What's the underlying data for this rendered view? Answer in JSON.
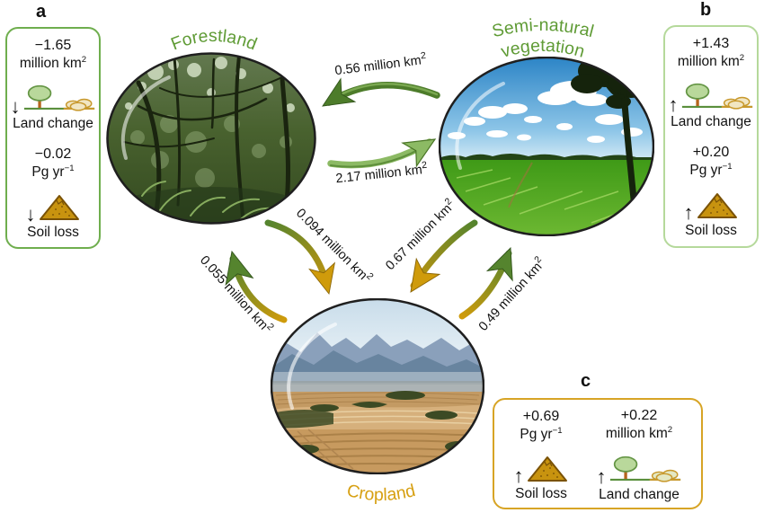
{
  "figure": {
    "nodes": {
      "forestland": {
        "title": "Forestland"
      },
      "semi_natural": {
        "title_line1": "Semi-natural",
        "title_line2": "vegetation"
      },
      "cropland": {
        "title": "Cropland"
      }
    },
    "flows": [
      {
        "from": "semi-natural-vegetation",
        "to": "forestland",
        "text": "0.56 million km",
        "sup": "2"
      },
      {
        "from": "forestland",
        "to": "semi-natural-vegetation",
        "text": "2.17 million km",
        "sup": "2"
      },
      {
        "from": "forestland",
        "to": "cropland",
        "text": "0.094 million km",
        "sup": "2"
      },
      {
        "from": "cropland",
        "to": "forestland",
        "text": "0.055 million km",
        "sup": "2"
      },
      {
        "from": "semi-natural-vegetation",
        "to": "cropland",
        "text": "0.67 million km",
        "sup": "2"
      },
      {
        "from": "cropland",
        "to": "semi-natural-vegetation",
        "text": "0.49 million km",
        "sup": "2"
      }
    ],
    "panels": {
      "a": {
        "letter": "a",
        "land_change": {
          "value": "−1.65",
          "unit": "million km",
          "unit_sup": "2",
          "direction": "↓",
          "label": "Land change"
        },
        "soil_loss": {
          "value": "−0.02",
          "unit": "Pg yr",
          "unit_sup": "−1",
          "direction": "↓",
          "label": "Soil loss"
        }
      },
      "b": {
        "letter": "b",
        "land_change": {
          "value": "+1.43",
          "unit": "million km",
          "unit_sup": "2",
          "direction": "↑",
          "label": "Land change"
        },
        "soil_loss": {
          "value": "+0.20",
          "unit": "Pg yr",
          "unit_sup": "−1",
          "direction": "↑",
          "label": "Soil loss"
        }
      },
      "c": {
        "letter": "c",
        "soil_loss": {
          "value": "+0.69",
          "unit": "Pg yr",
          "unit_sup": "−1",
          "direction": "↑",
          "label": "Soil loss"
        },
        "land_change": {
          "value": "+0.22",
          "unit": "million km",
          "unit_sup": "2",
          "direction": "↑",
          "label": "Land change"
        }
      }
    },
    "colors": {
      "title_green": "#5f9b35",
      "title_gold": "#d7a013",
      "panel_a_border": "#6fae4e",
      "panel_b_border": "#b5d99b",
      "panel_c_border": "#d7a425",
      "arrow_dark_green": "#4d7c2a",
      "arrow_light_green": "#8cba64",
      "arrow_gold": "#cf9b0b"
    }
  }
}
